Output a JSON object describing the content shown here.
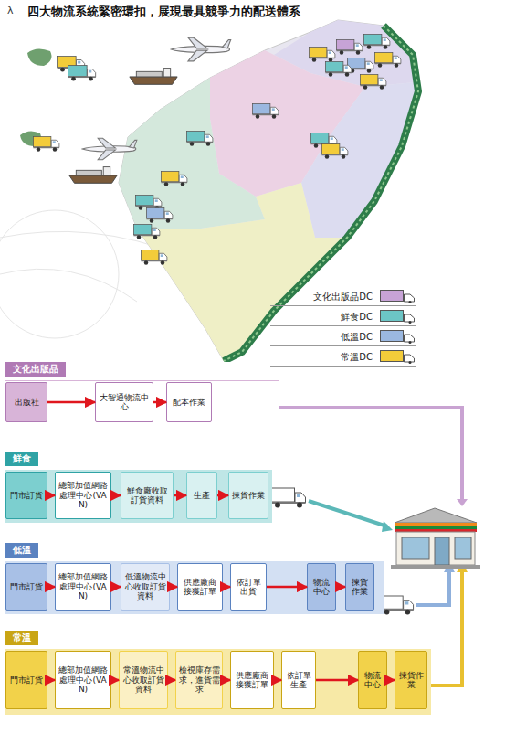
{
  "diagram": {
    "title": "四大物流系統緊密環扣，展現最具競爭力的配送體系",
    "nodes": [
      {
        "text": [
          "文化出版品"
        ]
      },
      {
        "text": [
          "出版社"
        ],
        "in": 0
      },
      {
        "text": [
          "大智通物流中心"
        ],
        "in": 0
      },
      {
        "text": [
          "配本作業"
        ],
        "in": 0
      },
      {
        "text": [
          "鮮食"
        ]
      },
      {
        "text": [
          "門市訂貨"
        ],
        "in": 4
      },
      {
        "text": [
          "總部加值網路處理中心(VAN)"
        ],
        "in": 4
      },
      {
        "text": [
          "鮮食廠收取訂貨資料"
        ],
        "in": 4
      },
      {
        "text": [
          "生產"
        ],
        "in": 4
      },
      {
        "text": [
          "揀貨作業"
        ],
        "in": 4
      },
      {
        "text": [
          "低溫"
        ]
      },
      {
        "text": [
          "門市訂貨"
        ],
        "in": 10
      },
      {
        "text": [
          "總部加值網路處理中心(VAN)"
        ],
        "in": 10
      },
      {
        "text": [
          "低溫物流中心收取訂貨資料"
        ],
        "in": 10
      },
      {
        "text": [
          "供應廠商接獲訂單"
        ],
        "in": 10
      },
      {
        "text": [
          "依訂單出貨"
        ],
        "in": 10
      },
      {
        "text": [
          "物流中心"
        ],
        "in": 10
      },
      {
        "text": [
          "揀貨作業"
        ],
        "in": 10
      },
      {
        "text": [
          "常溫"
        ]
      },
      {
        "text": [
          "門市訂貨"
        ],
        "in": 18
      },
      {
        "text": [
          "總部加值網路處理中心(VAN)"
        ],
        "in": 18
      },
      {
        "text": [
          "常溫物流中心收取訂貨資料"
        ],
        "in": 18
      },
      {
        "text": [
          "檢視庫存需求，進貨需求"
        ],
        "in": 18
      },
      {
        "text": [
          "供應廠商接獲訂單"
        ],
        "in": 18
      },
      {
        "text": [
          "依訂單生產"
        ],
        "in": 18
      },
      {
        "text": [
          "物流中心"
        ],
        "in": 18
      },
      {
        "text": [
          "揀貨作業"
        ],
        "in": 18
      }
    ],
    "edges": [
      {
        "from": 1,
        "to": 2,
        "arrow": "to"
      },
      {
        "from": 2,
        "to": 3,
        "arrow": "to"
      },
      {
        "from": 5,
        "to": 6,
        "arrow": "to"
      },
      {
        "from": 6,
        "to": 7,
        "arrow": "to"
      },
      {
        "from": 7,
        "to": 8,
        "arrow": "to"
      },
      {
        "from": 8,
        "to": 9,
        "arrow": "to"
      },
      {
        "from": 11,
        "to": 12,
        "arrow": "to"
      },
      {
        "from": 12,
        "to": 13,
        "arrow": "to"
      },
      {
        "from": 13,
        "to": 14,
        "arrow": "to"
      },
      {
        "from": 14,
        "to": 15,
        "arrow": "to"
      },
      {
        "from": 15,
        "to": 16,
        "arrow": "to"
      },
      {
        "from": 16,
        "to": 17,
        "arrow": "to"
      },
      {
        "from": 19,
        "to": 20,
        "arrow": "to"
      },
      {
        "from": 20,
        "to": 21,
        "arrow": "to"
      },
      {
        "from": 21,
        "to": 22,
        "arrow": "to"
      },
      {
        "from": 22,
        "to": 23,
        "arrow": "to"
      },
      {
        "from": 23,
        "to": 24,
        "arrow": "to"
      },
      {
        "from": 24,
        "to": 25,
        "arrow": "to"
      },
      {
        "from": 25,
        "to": 26,
        "arrow": "to"
      }
    ],
    "labels": [
      "λ"
    ],
    "legend": [
      {
        "text": "文化出版品DC",
        "color": "#c7a3d6"
      },
      {
        "text": "鮮食DC",
        "color": "#6cc5c5"
      },
      {
        "text": "低溫DC",
        "color": "#9bb8e0"
      },
      {
        "text": "常溫DC",
        "color": "#f3cc3a"
      }
    ]
  }
}
